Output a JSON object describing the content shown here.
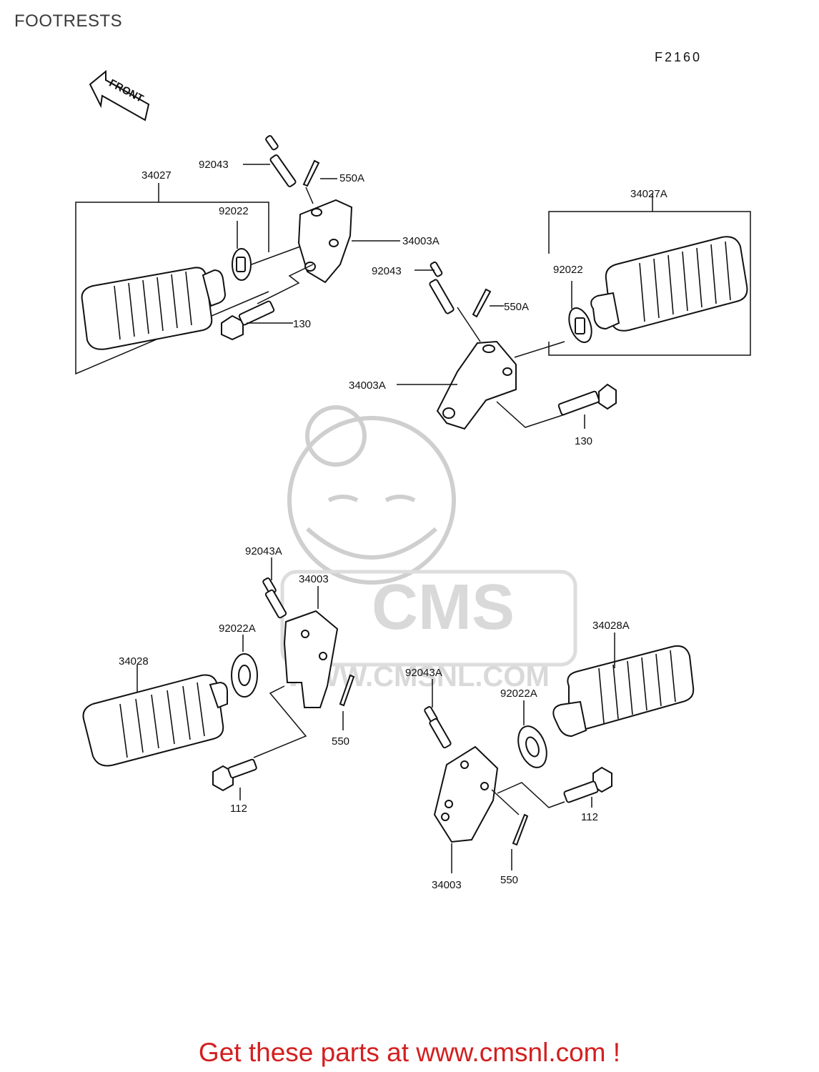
{
  "page": {
    "title": "FOOTRESTS",
    "figure_code": "F2160"
  },
  "direction_marker": {
    "label": "FRONT"
  },
  "watermark": {
    "brand": "CMS",
    "site": "WWW.CMSNL.COM"
  },
  "callouts": {
    "top_left_footrest": "34027",
    "top_left_pin": "92043",
    "top_left_cotter": "550A",
    "top_left_washer": "92022",
    "top_left_bracket": "34003A",
    "top_left_bolt": "130",
    "top_right_footrest": "34027A",
    "top_right_pin": "92043",
    "top_right_cotter": "550A",
    "top_right_washer": "92022",
    "top_right_bracket": "34003A",
    "top_right_bolt": "130",
    "bottom_left_pin": "92043A",
    "bottom_left_bracket": "34003",
    "bottom_left_washer": "92022A",
    "bottom_left_footrest": "34028",
    "bottom_left_cotter": "550",
    "bottom_left_bolt": "112",
    "bottom_right_footrest": "34028A",
    "bottom_right_pin": "92043A",
    "bottom_right_washer": "92022A",
    "bottom_right_bolt": "112",
    "bottom_right_bracket": "34003",
    "bottom_right_cotter": "550"
  },
  "promo": {
    "text": "Get these parts at www.cmsnl.com !"
  },
  "colors": {
    "promo": "#d31f1f",
    "line": "#111111",
    "watermark": "#d9d9d9"
  }
}
